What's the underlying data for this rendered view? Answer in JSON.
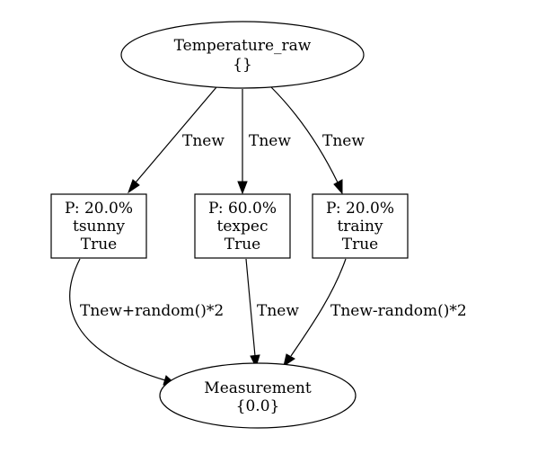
{
  "nodes": {
    "temperature_raw": {
      "label": "Temperature_raw",
      "value": "{}"
    },
    "tsunny": {
      "prob": "P: 20.0%",
      "name": "tsunny",
      "value": "True"
    },
    "texpec": {
      "prob": "P: 60.0%",
      "name": "texpec",
      "value": "True"
    },
    "trainy": {
      "prob": "P: 20.0%",
      "name": "trainy",
      "value": "True"
    },
    "measurement": {
      "label": "Measurement",
      "value": "{0.0}"
    }
  },
  "edges": {
    "raw_to_tsunny": "Tnew",
    "raw_to_texpec": "Tnew",
    "raw_to_trainy": "Tnew",
    "tsunny_to_measurement": "Tnew+random()*2",
    "texpec_to_measurement": "Tnew",
    "trainy_to_measurement": "Tnew-random()*2"
  }
}
